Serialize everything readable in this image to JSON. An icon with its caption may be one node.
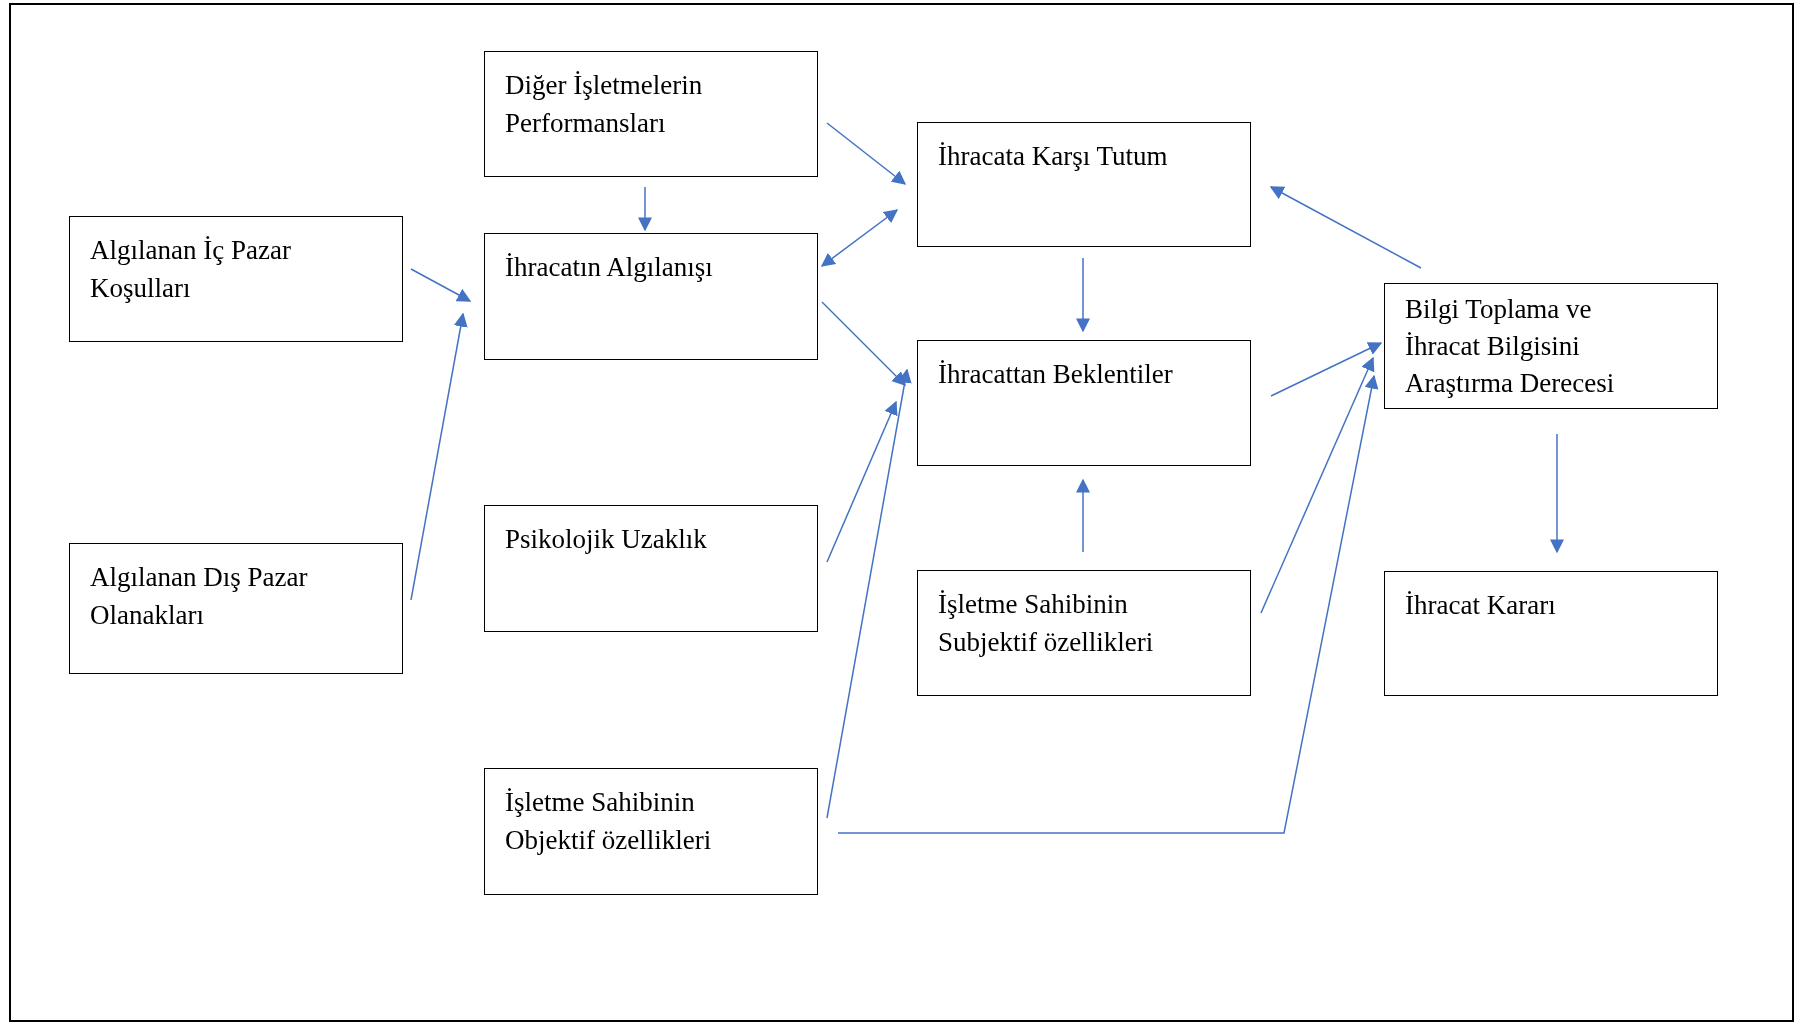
{
  "diagram": {
    "nodes": [
      {
        "text": [
          "Diğer İşletmelerin Performansları"
        ]
      },
      {
        "text": [
          "Algılanan İç Pazar Koşulları"
        ]
      },
      {
        "text": [
          "İhracatın Algılanışı"
        ]
      },
      {
        "text": [
          "İhracata Karşı Tutum"
        ]
      },
      {
        "text": [
          "İhracattan Beklentiler"
        ]
      },
      {
        "text": [
          "Bilgi Toplama ve İhracat Bilgisini Araştırma Derecesi"
        ]
      },
      {
        "text": [
          "Psikolojik Uzaklık"
        ]
      },
      {
        "text": [
          "Algılanan Dış Pazar Olanakları"
        ]
      },
      {
        "text": [
          "İşletme Sahibinin Subjektif özellikleri"
        ]
      },
      {
        "text": [
          "İhracat Kararı"
        ]
      },
      {
        "text": [
          "İşletme Sahibinin Objektif özellikleri"
        ]
      }
    ],
    "edges": [
      {
        "from": 0,
        "to": 3,
        "arrow": "to"
      },
      {
        "from": 0,
        "to": 2,
        "arrow": "to"
      },
      {
        "from": 1,
        "to": 2,
        "arrow": "to"
      },
      {
        "from": 2,
        "to": 3,
        "arrow": "both"
      },
      {
        "from": 2,
        "to": 4,
        "arrow": "to"
      },
      {
        "from": 3,
        "to": 4,
        "arrow": "to"
      },
      {
        "from": 5,
        "to": 3,
        "arrow": "to"
      },
      {
        "from": 4,
        "to": 5,
        "arrow": "to"
      },
      {
        "from": 5,
        "to": 9,
        "arrow": "to"
      },
      {
        "from": 6,
        "to": 4,
        "arrow": "to"
      },
      {
        "from": 7,
        "to": 2,
        "arrow": "to"
      },
      {
        "from": 8,
        "to": 4,
        "arrow": "to"
      },
      {
        "from": 8,
        "to": 5,
        "arrow": "to"
      },
      {
        "from": 10,
        "to": 4,
        "arrow": "to"
      },
      {
        "from": 10,
        "to": 5,
        "arrow": "to"
      }
    ]
  }
}
